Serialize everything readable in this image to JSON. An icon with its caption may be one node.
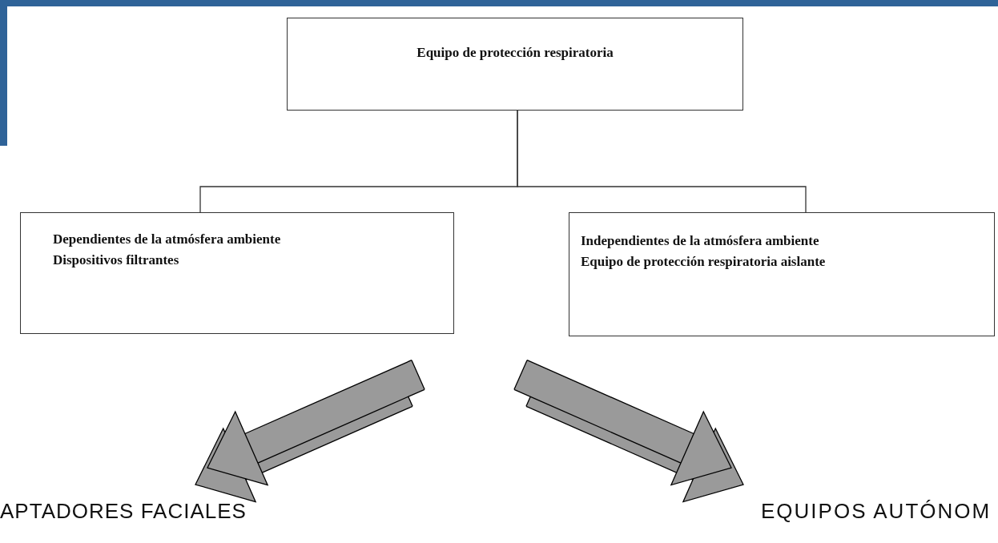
{
  "diagram": {
    "nodes": [
      {
        "text": [
          "Equipo de protección respiratoria"
        ]
      },
      {
        "text": [
          "Dependientes de la atmósfera ambiente",
          "Dispositivos filtrantes"
        ]
      },
      {
        "text": [
          "Independientes de la atmósfera ambiente",
          "Equipo de protección respiratoria aislante"
        ]
      },
      {
        "text": [
          "APTADORES FACIALES"
        ]
      },
      {
        "text": [
          "EQUIPOS AUTÓNOM"
        ]
      }
    ],
    "edges": [
      {
        "from": 0,
        "to": 1,
        "arrow": "none"
      },
      {
        "from": 0,
        "to": 2,
        "arrow": "none"
      },
      {
        "from": null,
        "to": 3,
        "arrow": "to",
        "style": "thick",
        "color": "#9a9a9a"
      },
      {
        "from": null,
        "to": 4,
        "arrow": "to",
        "style": "thick",
        "color": "#9a9a9a"
      }
    ]
  }
}
